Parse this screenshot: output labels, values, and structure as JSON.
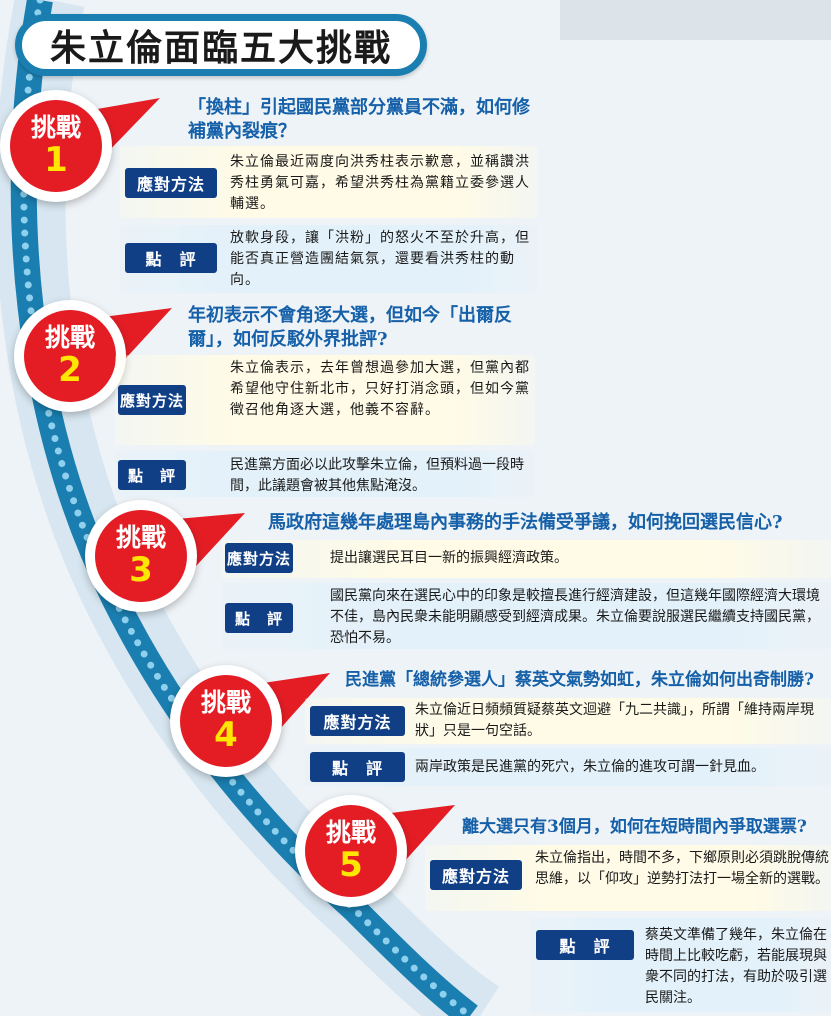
{
  "title": "朱立倫面臨五大挑戰",
  "badge_word": "挑戰",
  "method_label": "應對方法",
  "comment_label": "點　評",
  "challenges": [
    {
      "number": "1",
      "question": "「換柱」引起國民黨部分黨員不滿，如何修補黨內裂痕？",
      "method": "朱立倫最近兩度向洪秀柱表示歉意，並稱讚洪秀柱勇氣可嘉，希望洪秀柱為黨籍立委參選人輔選。",
      "comment": "放軟身段，讓「洪粉」的怒火不至於升高，但能否真正營造團結氣氛，還要看洪秀柱的動向。"
    },
    {
      "number": "2",
      "question": "年初表示不會角逐大選，但如今「出爾反爾」，如何反駁外界批評?",
      "method": "朱立倫表示，去年曾想過參加大選，但黨內都希望他守住新北市，只好打消念頭，但如今黨徵召他角逐大選，他義不容辭。",
      "comment": "民進黨方面必以此攻擊朱立倫，但預料過一段時間，此議題會被其他焦點淹沒。"
    },
    {
      "number": "3",
      "question": "馬政府這幾年處理島內事務的手法備受爭議，如何挽回選民信心?",
      "method": "提出讓選民耳目一新的振興經濟政策。",
      "comment": "國民黨向來在選民心中的印象是較擅長進行經濟建設，但這幾年國際經濟大環境不佳，島內民衆未能明顯感受到經濟成果。朱立倫要說服選民繼續支持國民黨，恐怕不易。"
    },
    {
      "number": "4",
      "question": "民進黨「總統參選人」蔡英文氣勢如虹，朱立倫如何出奇制勝?",
      "method": "朱立倫近日頻頻質疑蔡英文迴避「九二共識」，所謂「維持兩岸現狀」只是一句空話。",
      "comment": "兩岸政策是民進黨的死穴，朱立倫的進攻可謂一針見血。"
    },
    {
      "number": "5",
      "question": "離大選只有3個月，如何在短時間內爭取選票?",
      "method": "朱立倫指出，時間不多，下鄉原則必須跳脫傳統思維，以「仰攻」逆勢打法打一場全新的選戰。",
      "comment": "蔡英文準備了幾年，朱立倫在時間上比較吃虧，若能展現與衆不同的打法，有助於吸引選民關注。"
    }
  ],
  "colors": {
    "red": "#e41d25",
    "navy": "#103f86",
    "blue": "#1a7fb0",
    "question": "#1560a8"
  }
}
